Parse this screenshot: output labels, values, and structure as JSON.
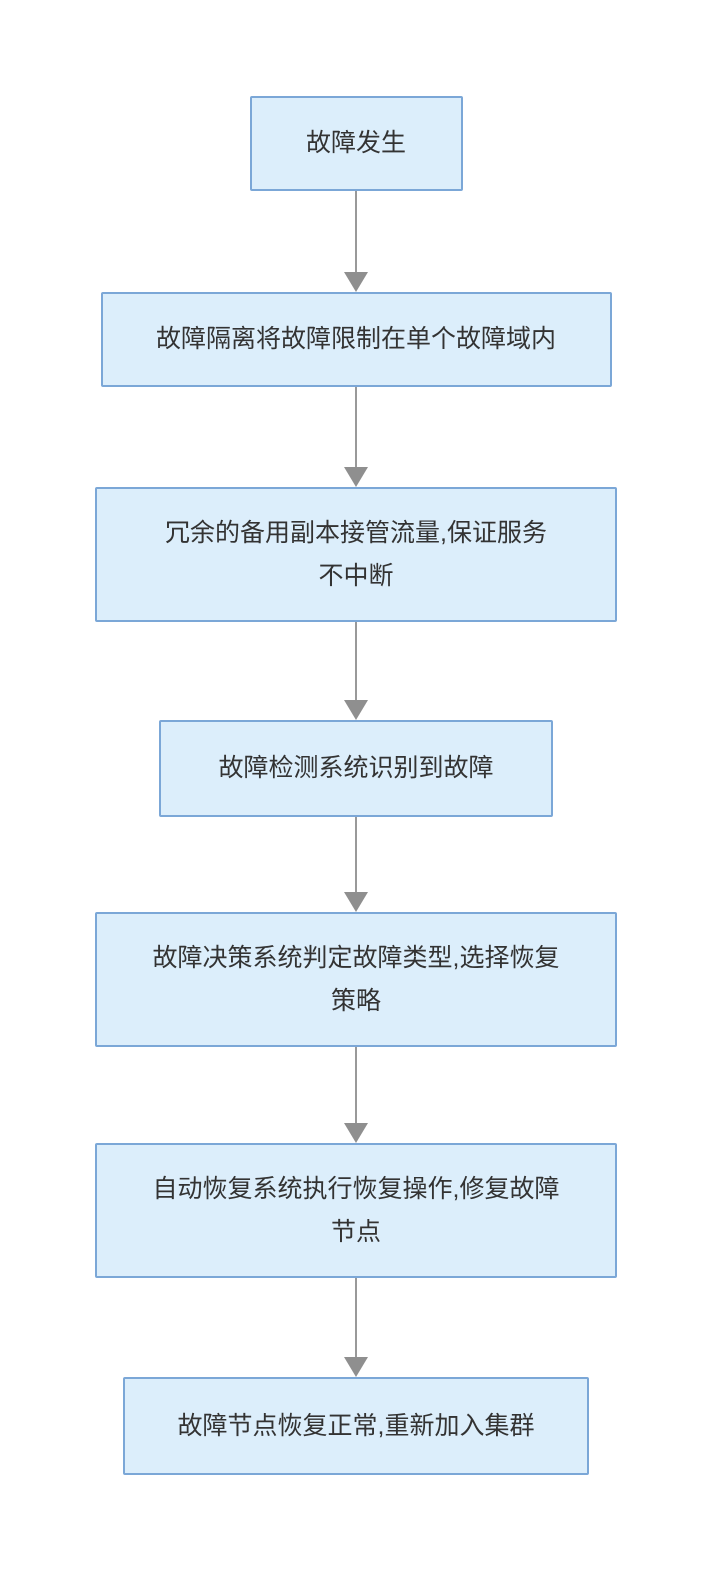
{
  "flow": {
    "type": "flowchart",
    "direction": "top-down",
    "node_fill": "#dceefb",
    "node_border": "#7ba7d7",
    "arrow_color": "#999999",
    "arrowhead_color": "#8f8f8f",
    "text_color": "#333333",
    "background": "#ffffff",
    "steps": [
      "故障发生",
      "故障隔离将故障限制在单个故障域内",
      "冗余的备用副本接管流量,保证服务不中断",
      "故障检测系统识别到故障",
      "故障决策系统判定故障类型,选择恢复策略",
      "自动恢复系统执行恢复操作,修复故障节点",
      "故障节点恢复正常,重新加入集群"
    ]
  }
}
